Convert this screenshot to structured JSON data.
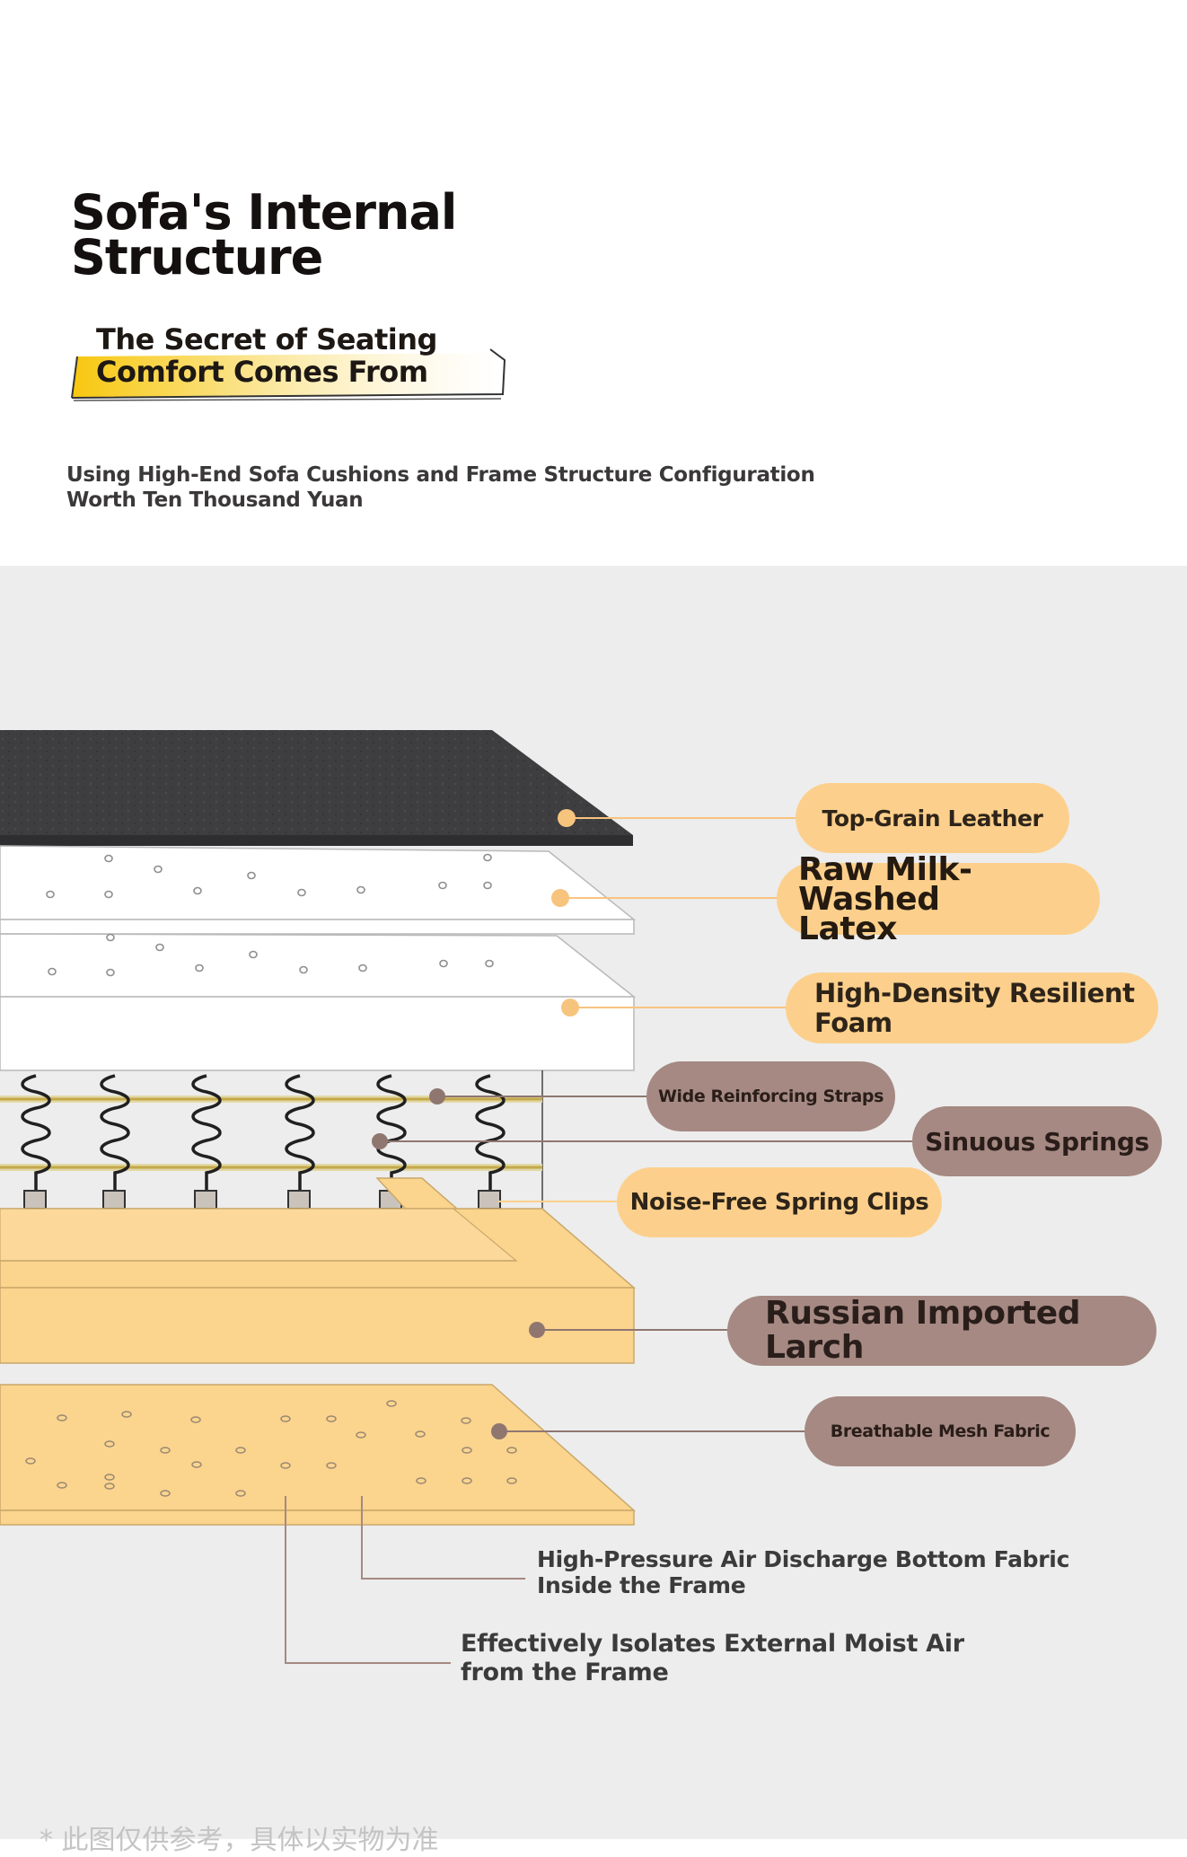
{
  "header": {
    "title_line1": "Sofa's Internal",
    "title_line2": "Structure",
    "subtitle_line1": "The Secret of Seating",
    "subtitle_line2": "Comfort Comes From",
    "tagline_line1": "Using High-End Sofa Cushions and Frame Structure Configuration",
    "tagline_line2": "Worth Ten Thousand Yuan"
  },
  "labels": {
    "top_grain_leather": "Top-Grain Leather",
    "latex_line1": "Raw Milk-Washed",
    "latex_line2": "Latex",
    "foam_line1": "High-Density Resilient",
    "foam_line2": "Foam",
    "straps": "Wide Reinforcing Straps",
    "springs": "Sinuous Springs",
    "clips": "Noise-Free Spring Clips",
    "larch_line1": "Russian Imported",
    "larch_line2": "Larch",
    "mesh": "Breathable Mesh Fabric",
    "air_line1": "High-Pressure Air Discharge Bottom Fabric",
    "air_line2": "Inside the Frame",
    "moist_line1": "Effectively Isolates External Moist Air",
    "moist_line2": "from the Frame"
  },
  "footer": {
    "disclaimer": "* 此图仅供参考，具体以实物为准"
  },
  "colors": {
    "leather": "#3e3e40",
    "wood": "#fbd48e",
    "pill_light": "#fcd08c",
    "pill_dark": "#a58982",
    "background": "#ededed",
    "highlight": "#f8c70f"
  }
}
